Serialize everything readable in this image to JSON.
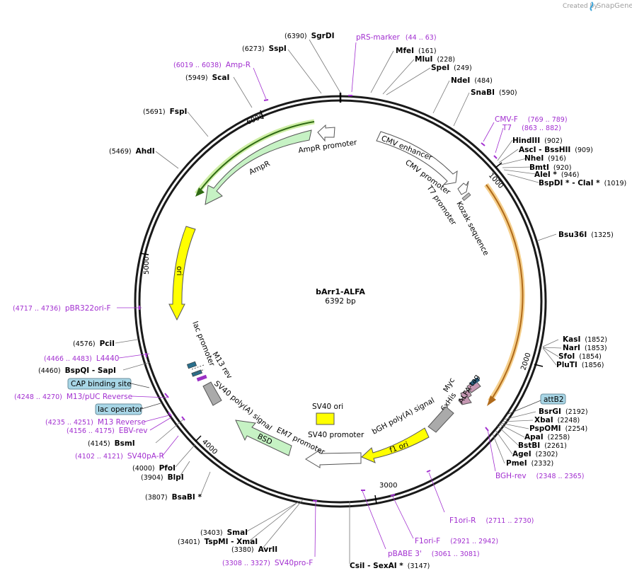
{
  "watermark": {
    "created_by": "Created by",
    "brand": "SnapGene"
  },
  "plasmid": {
    "name": "bArr1-ALFA",
    "length": "6392 bp"
  },
  "ticks": [
    "1000",
    "2000",
    "3000",
    "4000",
    "5000",
    "6000"
  ],
  "features": {
    "ampr_promoter": "AmpR promoter",
    "ampr": "AmpR",
    "ori": "ori",
    "cmv_enhancer": "CMV enhancer",
    "cmv_promoter": "CMV promoter",
    "t7_promoter": "T7 promoter",
    "kozak": "Kozak sequence",
    "lac_promoter": "lac promoter",
    "m13_rev": "M13 rev",
    "sv40_polya": "SV40 poly(A) signal",
    "sv40_ori": "SV40 ori",
    "sv40_promoter": "SV40 promoter",
    "em7_promoter": "EM7 promoter",
    "bsd": "BSD",
    "bgh_polya": "bGH poly(A) signal",
    "f1_ori": "f1 ori",
    "his6": "6xHis",
    "myc": "Myc",
    "alfa_tag": "ALFA-tag"
  },
  "badges": {
    "cap_binding": "CAP binding site",
    "lac_operator": "lac operator",
    "attb2": "attB2"
  },
  "enzymes": [
    {
      "id": "sgrdi",
      "pos": "(6390)",
      "name": "SgrDI"
    },
    {
      "id": "sspi",
      "pos": "(6273)",
      "name": "SspI"
    },
    {
      "id": "scai",
      "pos": "(5949)",
      "name": "ScaI"
    },
    {
      "id": "fspi",
      "pos": "(5691)",
      "name": "FspI"
    },
    {
      "id": "ahdi",
      "pos": "(5469)",
      "name": "AhdI"
    },
    {
      "id": "mfei",
      "name": "MfeI",
      "pos": "(161)"
    },
    {
      "id": "mlui",
      "name": "MluI",
      "pos": "(228)"
    },
    {
      "id": "spei",
      "name": "SpeI",
      "pos": "(249)"
    },
    {
      "id": "ndei",
      "name": "NdeI",
      "pos": "(484)"
    },
    {
      "id": "snabi",
      "name": "SnaBI",
      "pos": "(590)"
    },
    {
      "id": "hindiii",
      "name": "HindIII",
      "pos": "(902)"
    },
    {
      "id": "asci",
      "name": "AscI",
      "sep": " - ",
      "name2": "BssHII",
      "pos": "(909)"
    },
    {
      "id": "nhei",
      "name": "NheI",
      "pos": "(916)"
    },
    {
      "id": "bmti",
      "name": "BmtI",
      "pos": "(920)"
    },
    {
      "id": "alei",
      "name": "AleI *",
      "pos": "(946)"
    },
    {
      "id": "bspdi",
      "name": "BspDI *",
      "sep": " - ",
      "name2": "ClaI *",
      "pos": "(1019)"
    },
    {
      "id": "bsu36i",
      "name": "Bsu36I",
      "pos": "(1325)"
    },
    {
      "id": "kasi",
      "name": "KasI",
      "pos": "(1852)"
    },
    {
      "id": "nari",
      "name": "NarI",
      "pos": "(1853)"
    },
    {
      "id": "sfoi",
      "name": "SfoI",
      "pos": "(1854)"
    },
    {
      "id": "pluti",
      "name": "PluTI",
      "pos": "(1856)"
    },
    {
      "id": "bsrgi",
      "name": "BsrGI",
      "pos": "(2192)"
    },
    {
      "id": "xbai",
      "name": "XbaI",
      "pos": "(2248)"
    },
    {
      "id": "pspomi",
      "name": "PspOMI",
      "pos": "(2254)"
    },
    {
      "id": "apai",
      "name": "ApaI",
      "pos": "(2258)"
    },
    {
      "id": "bstbi",
      "name": "BstBI",
      "pos": "(2261)"
    },
    {
      "id": "agei",
      "name": "AgeI",
      "pos": "(2302)"
    },
    {
      "id": "pmei",
      "name": "PmeI",
      "pos": "(2332)"
    },
    {
      "id": "pcii",
      "pos": "(4576)",
      "name": "PciI"
    },
    {
      "id": "bspqi",
      "pos": "(4460)",
      "name": "BspQI",
      "sep": " - ",
      "name2": "SapI"
    },
    {
      "id": "bsmi",
      "pos": "(4145)",
      "name": "BsmI"
    },
    {
      "id": "pfoi",
      "pos": "(4000)",
      "name": "PfoI"
    },
    {
      "id": "blpi",
      "pos": "(3904)",
      "name": "BlpI"
    },
    {
      "id": "bsabi",
      "pos": "(3807)",
      "name": "BsaBI *"
    },
    {
      "id": "smai",
      "pos": "(3403)",
      "name": "SmaI"
    },
    {
      "id": "tspmi",
      "pos": "(3401)",
      "name": "TspMI",
      "sep": " - ",
      "name2": "XmaI"
    },
    {
      "id": "avrii",
      "pos": "(3380)",
      "name": "AvrII"
    },
    {
      "id": "csii",
      "name": "CsiI",
      "sep": " - ",
      "name2": "SexAI *",
      "pos": "(3147)"
    }
  ],
  "primers": [
    {
      "id": "prs",
      "name": "pRS-marker",
      "range": "(44 .. 63)"
    },
    {
      "id": "ampr",
      "range": "(6019 .. 6038)",
      "name": "Amp-R"
    },
    {
      "id": "cmvf",
      "name": "CMV-F",
      "range": "(769 .. 789)"
    },
    {
      "id": "t7",
      "name": "T7",
      "range": "(863 .. 882)"
    },
    {
      "id": "pbr322",
      "range": "(4717 .. 4736)",
      "name": "pBR322ori-F"
    },
    {
      "id": "l4440",
      "range": "(4466 .. 4483)",
      "name": "L4440"
    },
    {
      "id": "m13puc",
      "range": "(4248 .. 4270)",
      "name": "M13/pUC Reverse"
    },
    {
      "id": "m13rev",
      "range": "(4235 .. 4251)",
      "name": "M13 Reverse"
    },
    {
      "id": "ebv",
      "range": "(4156 .. 4175)",
      "name": "EBV-rev"
    },
    {
      "id": "sv40pa",
      "range": "(4102 .. 4121)",
      "name": "SV40pA-R"
    },
    {
      "id": "bghrev",
      "name": "BGH-rev",
      "range": "(2348 .. 2365)"
    },
    {
      "id": "f1orir",
      "name": "F1ori-R",
      "range": "(2711 .. 2730)"
    },
    {
      "id": "f1orif",
      "name": "F1ori-F",
      "range": "(2921 .. 2942)"
    },
    {
      "id": "pbabe",
      "name": "pBABE 3'",
      "range": "(3061 .. 3081)"
    },
    {
      "id": "sv40pro",
      "range": "(3308 .. 3327)",
      "name": "SV40pro-F"
    }
  ]
}
